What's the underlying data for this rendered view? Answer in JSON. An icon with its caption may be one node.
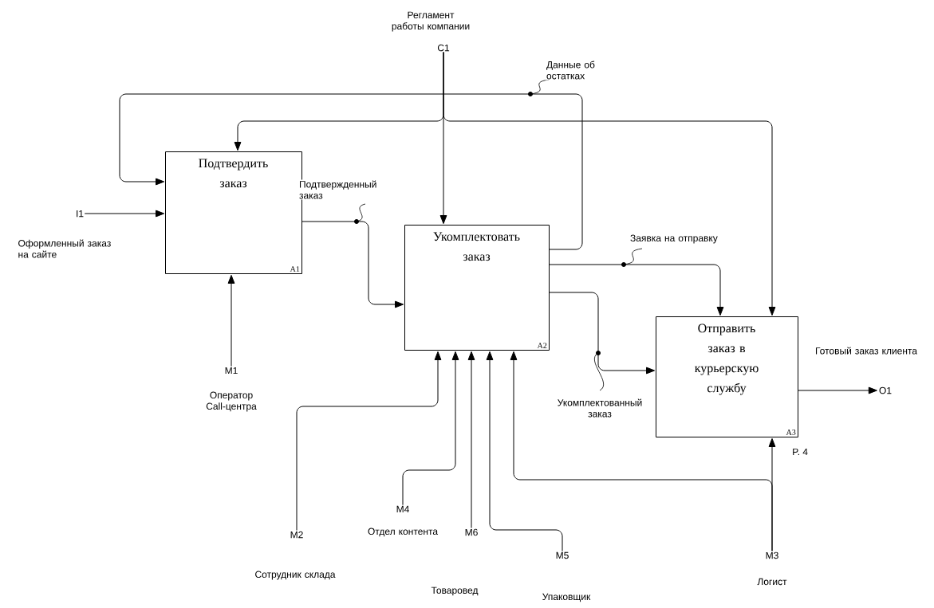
{
  "diagram": {
    "nodes": [
      {
        "text": [
          "Подтвердить заказ",
          "A1"
        ]
      },
      {
        "text": [
          "Укомплектовать заказ",
          "A2"
        ]
      },
      {
        "text": [
          "Отправить заказ в курьерскую службу",
          "A3"
        ]
      },
      {
        "text": [
          "I1",
          "Оформленный заказ на сайте"
        ]
      },
      {
        "text": [
          "Регламент работы компании",
          "C1"
        ]
      },
      {
        "text": [
          "M1",
          "Оператор Call-центра"
        ]
      },
      {
        "text": [
          "M2",
          "Сотрудник склада"
        ]
      },
      {
        "text": [
          "M4",
          "Отдел контента"
        ]
      },
      {
        "text": [
          "M6",
          "Товаровед"
        ]
      },
      {
        "text": [
          "M5",
          "Упаковщик"
        ]
      },
      {
        "text": [
          "M3",
          "Логист"
        ]
      },
      {
        "text": [
          "Готовый заказ клиента",
          "O1"
        ]
      }
    ],
    "edges": [
      {
        "from": 3,
        "to": 0,
        "arrow": "to"
      },
      {
        "from": 4,
        "to": 0,
        "arrow": "to"
      },
      {
        "from": 4,
        "to": 1,
        "arrow": "to"
      },
      {
        "from": 4,
        "to": 2,
        "arrow": "to"
      },
      {
        "from": 1,
        "to": 0,
        "arrow": "to",
        "label": "Данные об остатках"
      },
      {
        "from": 0,
        "to": 1,
        "arrow": "to",
        "label": "Подтвержденный заказ"
      },
      {
        "from": 1,
        "to": 2,
        "arrow": "to",
        "label": "Заявка на отправку"
      },
      {
        "from": 1,
        "to": 2,
        "arrow": "to",
        "label": "Укомплектованный заказ"
      },
      {
        "from": 5,
        "to": 0,
        "arrow": "to"
      },
      {
        "from": 6,
        "to": 1,
        "arrow": "to"
      },
      {
        "from": 7,
        "to": 1,
        "arrow": "to"
      },
      {
        "from": 8,
        "to": 1,
        "arrow": "to"
      },
      {
        "from": 9,
        "to": 1,
        "arrow": "to"
      },
      {
        "from": 10,
        "to": 2,
        "arrow": "to"
      },
      {
        "from": 10,
        "to": 1,
        "arrow": "to"
      },
      {
        "from": 2,
        "to": 11,
        "arrow": "to"
      }
    ],
    "labels": [
      "P. 4"
    ]
  }
}
